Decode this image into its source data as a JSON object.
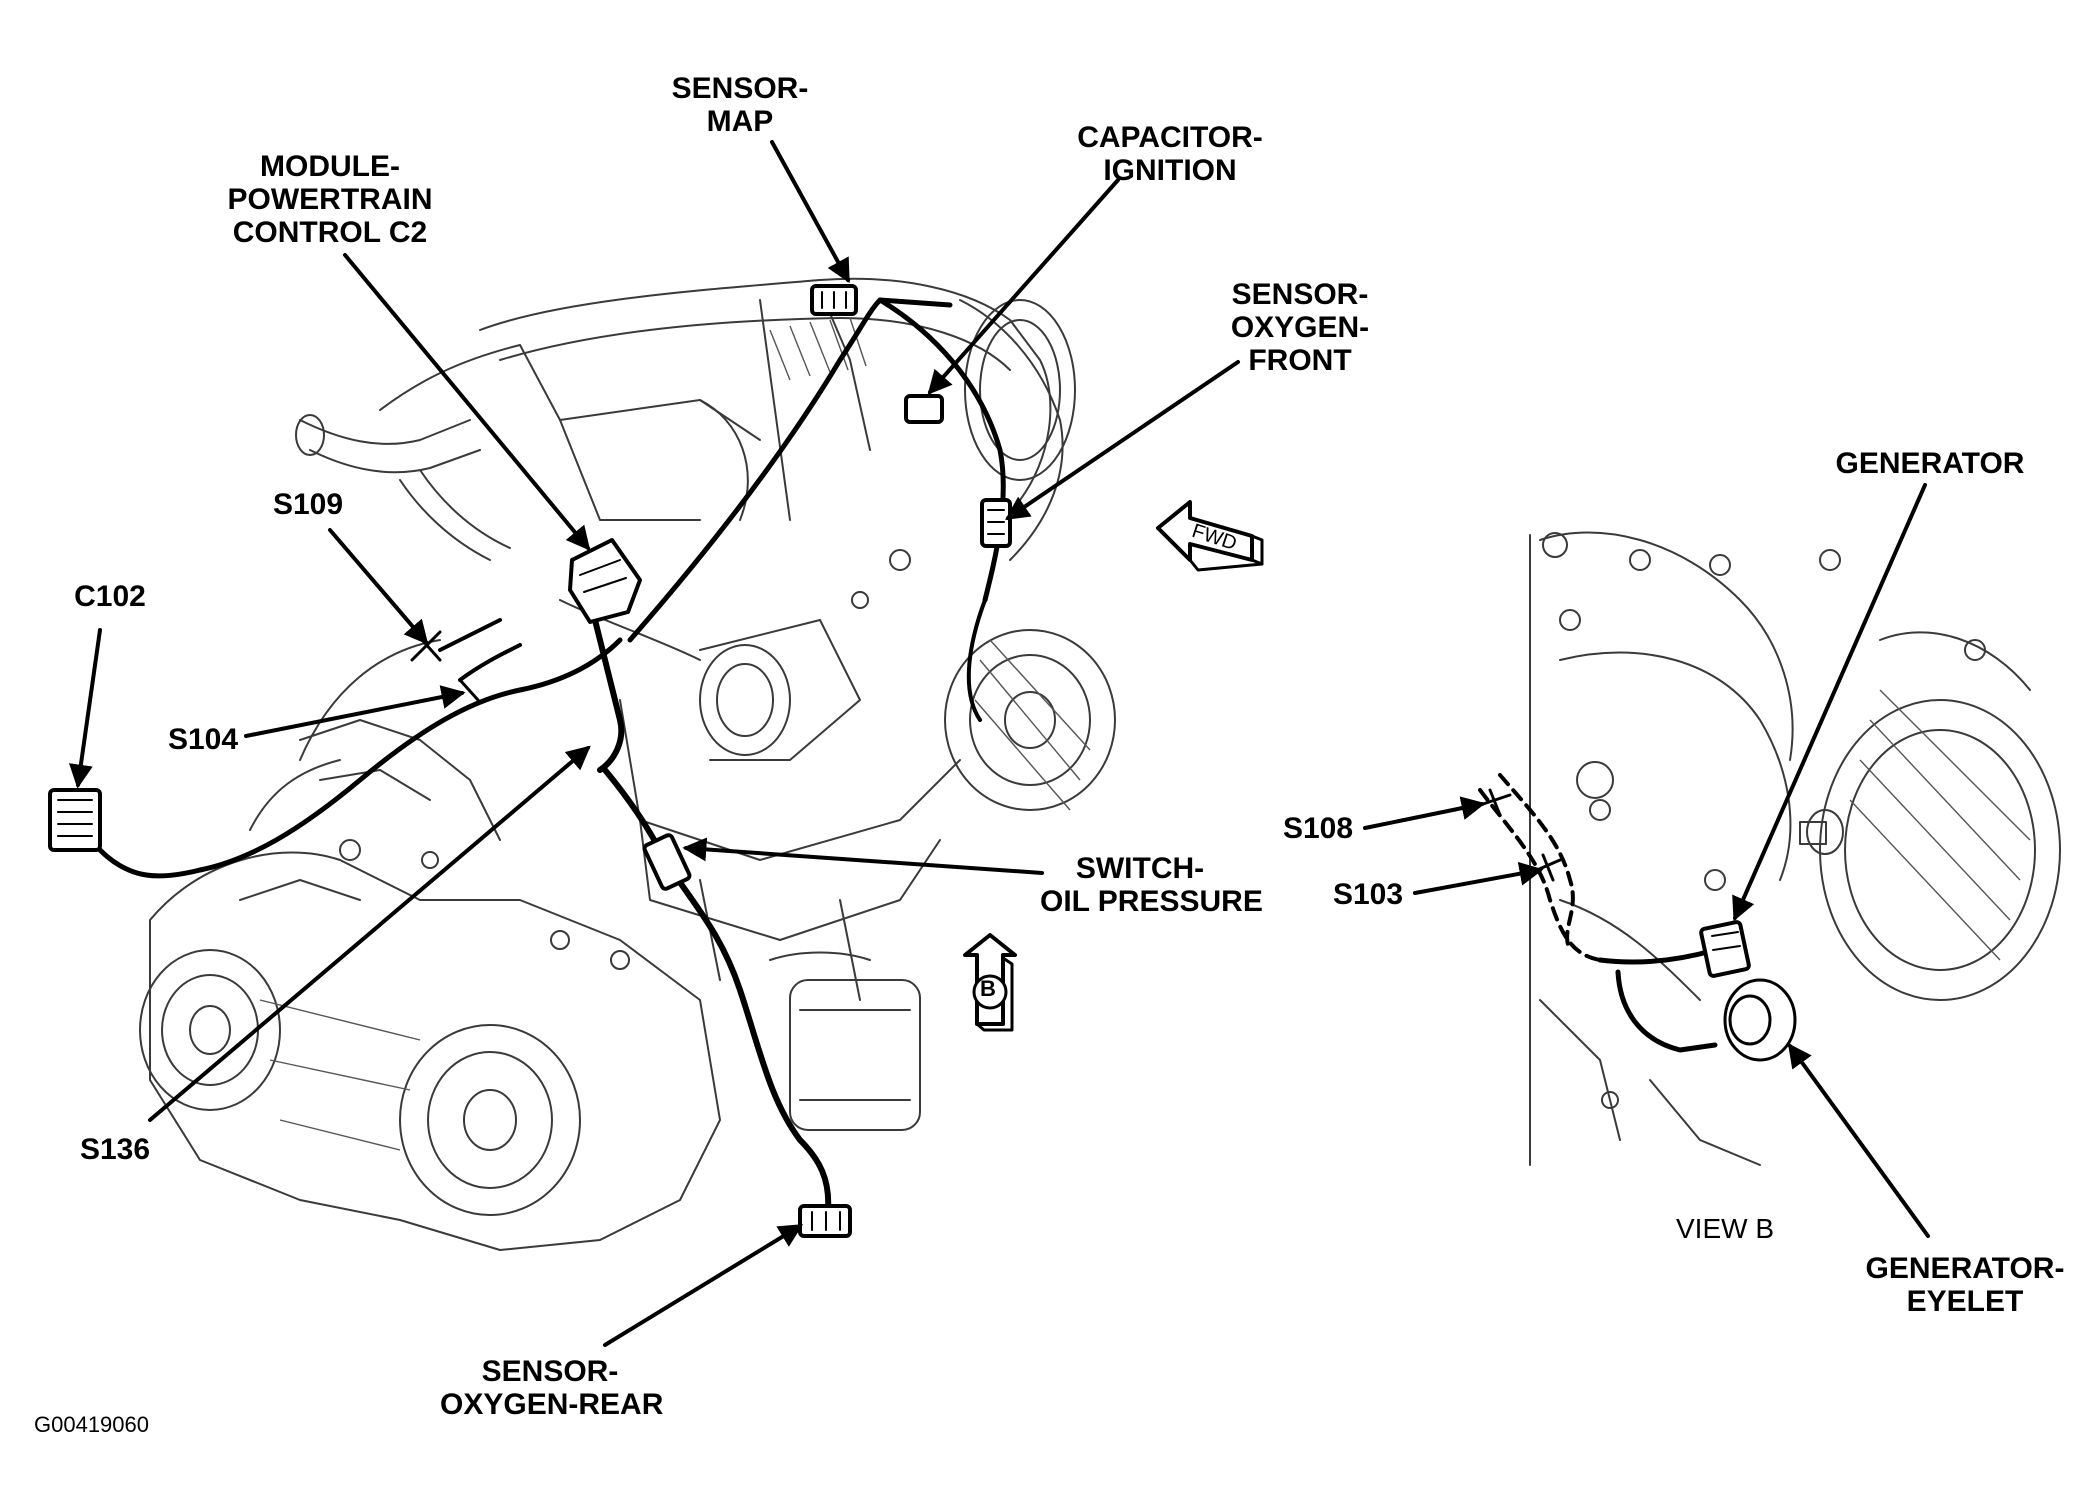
{
  "labels": {
    "sensor_map": [
      "SENSOR-",
      "MAP"
    ],
    "capacitor_ignition": [
      "CAPACITOR-",
      "IGNITION"
    ],
    "module_pcm": [
      "MODULE-",
      "POWERTRAIN",
      "CONTROL C2"
    ],
    "sensor_oxygen_front": [
      "SENSOR-",
      "OXYGEN-",
      "FRONT"
    ],
    "generator": "GENERATOR",
    "s109": "S109",
    "c102": "C102",
    "s104": "S104",
    "s108": "S108",
    "s103": "S103",
    "switch_oil_pressure": [
      "SWITCH-",
      "OIL PRESSURE"
    ],
    "s136": "S136",
    "sensor_oxygen_rear": [
      "SENSOR-",
      "OXYGEN-REAR"
    ],
    "generator_eyelet": [
      "GENERATOR-",
      "EYELET"
    ],
    "view_b": "VIEW B",
    "fwd": "FWD",
    "view_marker": "B",
    "figure_id": "G00419060"
  },
  "colors": {
    "ink": "#000000",
    "paper": "#ffffff"
  },
  "icons": {
    "fwd_arrow": "fwd-arrow-icon",
    "view_b_arrow": "view-b-arrow-icon"
  }
}
